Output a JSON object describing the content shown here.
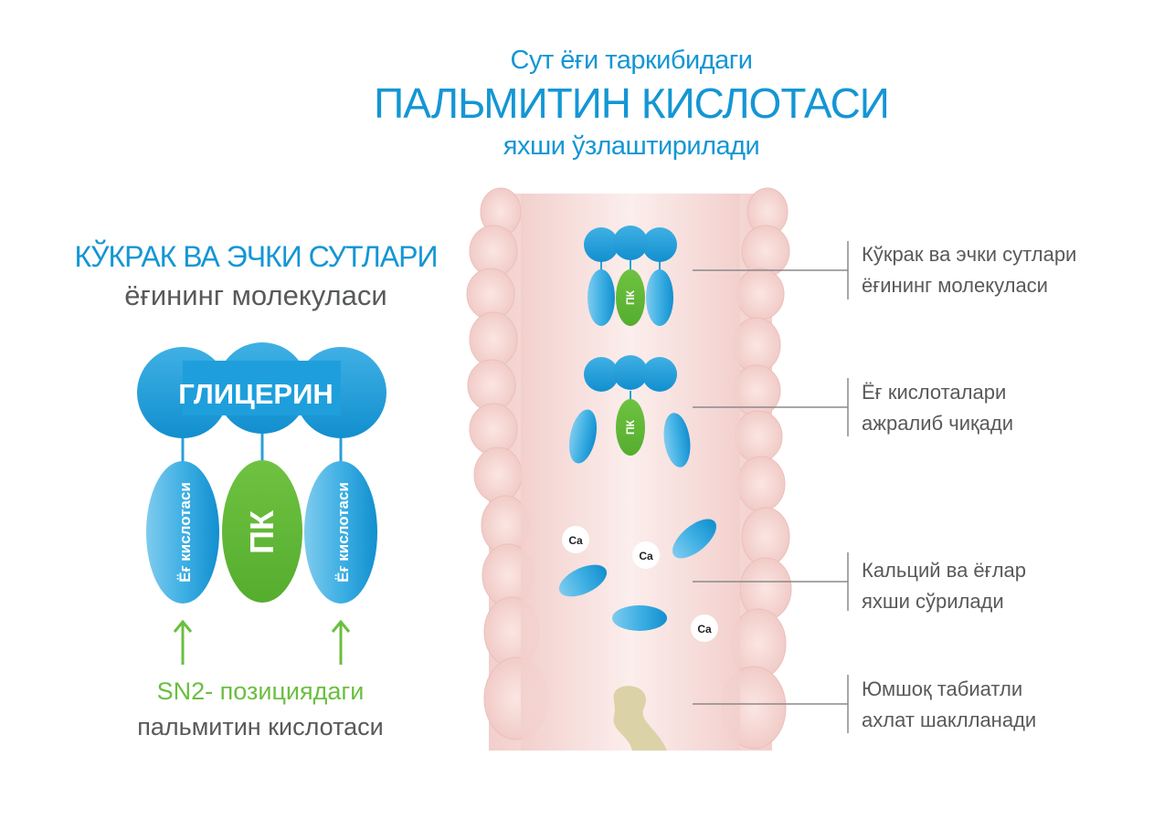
{
  "title": {
    "line1": "Сут ёғи таркибидаги",
    "line2": "ПАЛЬМИТИН КИСЛОТАСИ",
    "line3": "яхши ўзлаштирилади"
  },
  "left_panel": {
    "heading": "КЎКРАК ВА ЭЧКИ СУТЛАРИ",
    "subheading": "ёғининг молекуласи",
    "glycerol_label": "ГЛИЦЕРИН",
    "fatty_acid_label": "Ёғ кислотаси",
    "pk_label": "ПК",
    "sn2_line1": "SN2- позициядаги",
    "sn2_line2": "пальмитин кислотаси"
  },
  "intestine": {
    "pk_small_label": "ПК",
    "calcium_label": "Ca"
  },
  "callouts": [
    {
      "line1": "Кўкрак ва эчки сутлари",
      "line2": "ёғининг молекуласи"
    },
    {
      "line1": "Ёғ кислоталари",
      "line2": "ажралиб чиқади"
    },
    {
      "line1": "Кальций ва ёғлар",
      "line2": "яхши сўрилади"
    },
    {
      "line1": "Юмшоқ табиатли",
      "line2": "ахлат шаклланади"
    }
  ],
  "colors": {
    "blue": "#1496d4",
    "green": "#6abf3f",
    "gray_text": "#58595b",
    "intestine": "#f4d9d6",
    "stool": "#dcd2a8"
  }
}
